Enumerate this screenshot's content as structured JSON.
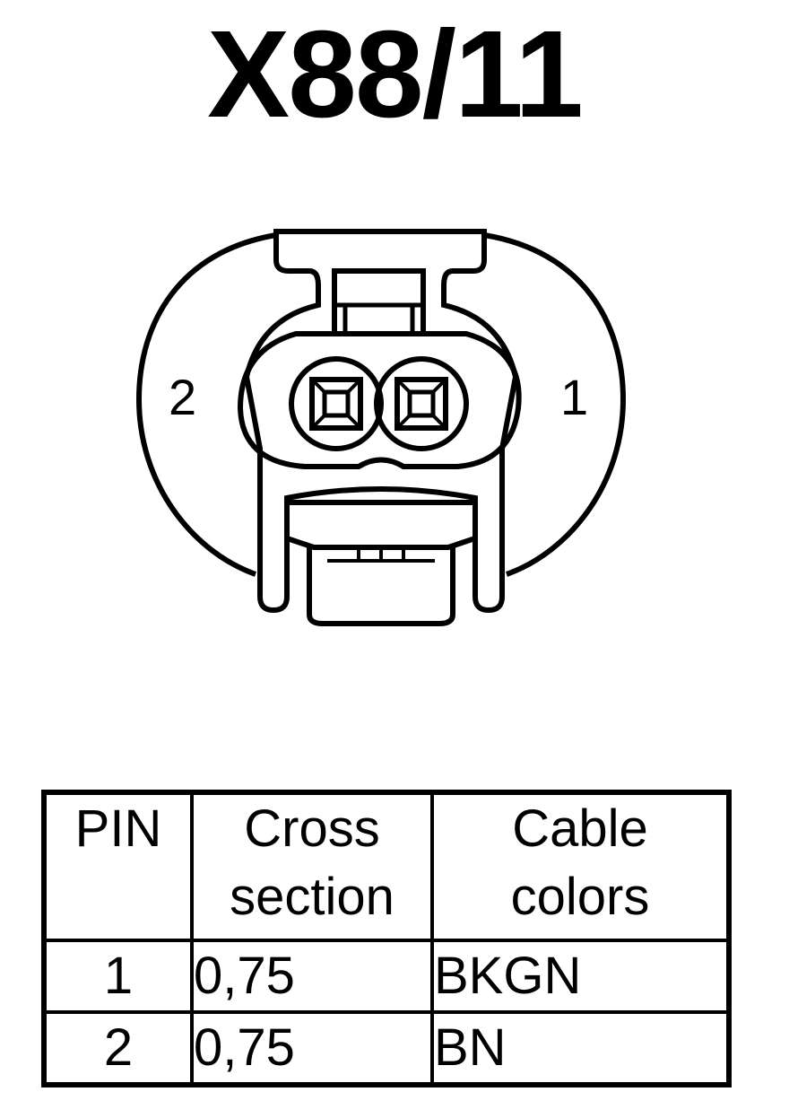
{
  "title": "X88/11",
  "connector": {
    "pin_left_label": "2",
    "pin_right_label": "1"
  },
  "table": {
    "headers": {
      "pin": "PIN",
      "cross_line1": "Cross",
      "cross_line2": "section",
      "color_line1": "Cable",
      "color_line2": "colors"
    },
    "rows": [
      {
        "pin": "1",
        "cross_section": "0,75",
        "color": "BKGN"
      },
      {
        "pin": "2",
        "cross_section": "0,75",
        "color": "BN"
      }
    ]
  }
}
